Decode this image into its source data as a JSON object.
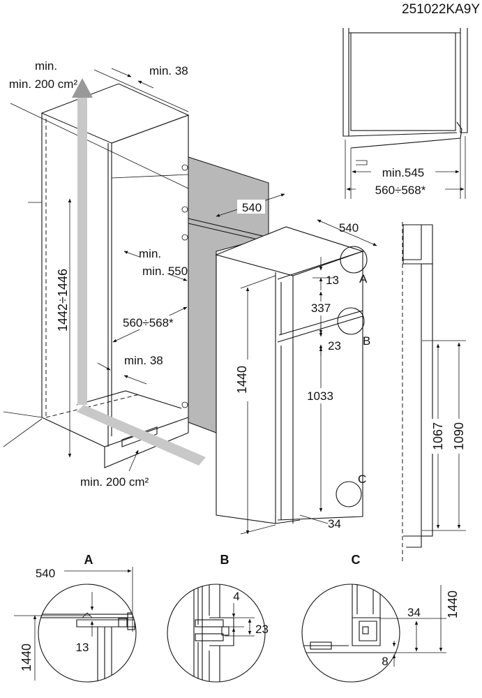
{
  "code": "251022KA9Y",
  "niche": {
    "vent_top": "min. 200 cm²",
    "vent_bottom": "min. 200 cm²",
    "gap_top": "min. 38",
    "gap_bottom": "min. 38",
    "height": "1442÷1446",
    "depth": "min. 550",
    "width": "560÷568*"
  },
  "appliance": {
    "depth": "540",
    "width": "540",
    "height": "1440",
    "dim_13": "13",
    "dim_337": "337",
    "dim_23": "23",
    "dim_1033": "1033",
    "dim_34": "34",
    "label_a": "A",
    "label_b": "B",
    "label_c": "C"
  },
  "top_view": {
    "min_width": "min.545",
    "width": "560÷568*"
  },
  "side_view": {
    "dim_1067": "1067",
    "dim_1090": "1090"
  },
  "details": {
    "a": {
      "title": "A",
      "width": "540",
      "dim_13": "13",
      "height": "1440"
    },
    "b": {
      "title": "B",
      "dim_4": "4",
      "dim_23": "23"
    },
    "c": {
      "title": "C",
      "dim_34": "34",
      "dim_8": "8",
      "height": "1440"
    }
  }
}
